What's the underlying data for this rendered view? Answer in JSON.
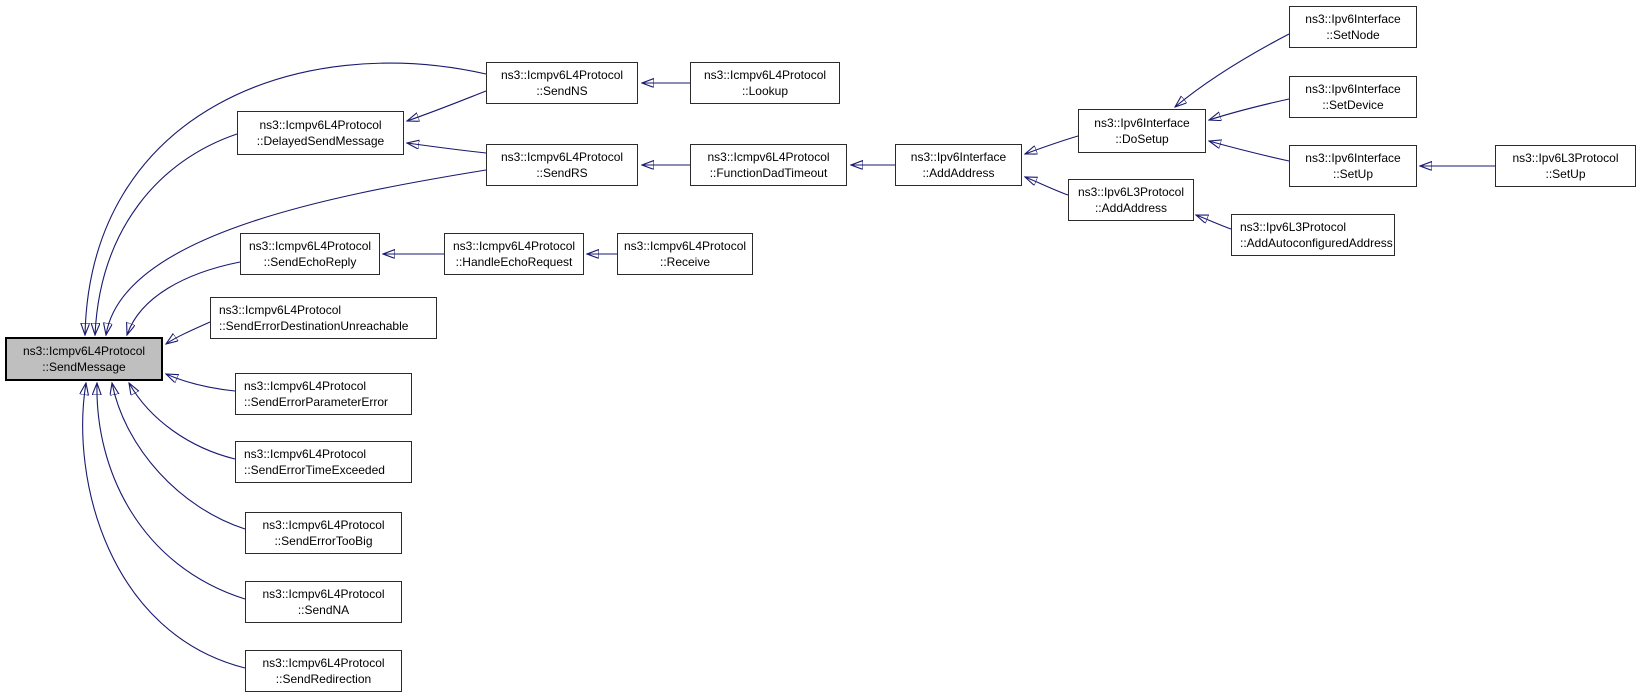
{
  "diagram": {
    "kind": "caller-graph",
    "focus_function": "ns3::Icmpv6L4Protocol::SendMessage",
    "colors": {
      "background": "#ffffff",
      "edge": "#191970",
      "node_border": "#2b2b2b",
      "node_fill": "#ffffff",
      "focus_node_fill": "#bfbfbf",
      "focus_node_border": "#000000",
      "text": "#000000"
    },
    "nodes": {
      "send_message": {
        "line1": "ns3::Icmpv6L4Protocol",
        "line2": "::SendMessage"
      },
      "delayed_send_message": {
        "line1": "ns3::Icmpv6L4Protocol",
        "line2": "::DelayedSendMessage"
      },
      "send_ns": {
        "line1": "ns3::Icmpv6L4Protocol",
        "line2": "::SendNS"
      },
      "lookup": {
        "line1": "ns3::Icmpv6L4Protocol",
        "line2": "::Lookup"
      },
      "send_rs": {
        "line1": "ns3::Icmpv6L4Protocol",
        "line2": "::SendRS"
      },
      "function_dad_timeout": {
        "line1": "ns3::Icmpv6L4Protocol",
        "line2": "::FunctionDadTimeout"
      },
      "send_echo_reply": {
        "line1": "ns3::Icmpv6L4Protocol",
        "line2": "::SendEchoReply"
      },
      "handle_echo_request": {
        "line1": "ns3::Icmpv6L4Protocol",
        "line2": "::HandleEchoRequest"
      },
      "receive": {
        "line1": "ns3::Icmpv6L4Protocol",
        "line2": "::Receive"
      },
      "send_error_destination_unreachable": {
        "line1": "ns3::Icmpv6L4Protocol",
        "line2": "::SendErrorDestinationUnreachable"
      },
      "send_error_parameter_error": {
        "line1": "ns3::Icmpv6L4Protocol",
        "line2": "::SendErrorParameterError"
      },
      "send_error_time_exceeded": {
        "line1": "ns3::Icmpv6L4Protocol",
        "line2": "::SendErrorTimeExceeded"
      },
      "send_error_too_big": {
        "line1": "ns3::Icmpv6L4Protocol",
        "line2": "::SendErrorTooBig"
      },
      "send_na": {
        "line1": "ns3::Icmpv6L4Protocol",
        "line2": "::SendNA"
      },
      "send_redirection": {
        "line1": "ns3::Icmpv6L4Protocol",
        "line2": "::SendRedirection"
      },
      "ipv6_interface_add_address": {
        "line1": "ns3::Ipv6Interface",
        "line2": "::AddAddress"
      },
      "ipv6_interface_do_setup": {
        "line1": "ns3::Ipv6Interface",
        "line2": "::DoSetup"
      },
      "ipv6_interface_set_node": {
        "line1": "ns3::Ipv6Interface",
        "line2": "::SetNode"
      },
      "ipv6_interface_set_device": {
        "line1": "ns3::Ipv6Interface",
        "line2": "::SetDevice"
      },
      "ipv6_interface_set_up": {
        "line1": "ns3::Ipv6Interface",
        "line2": "::SetUp"
      },
      "ipv6_l3_set_up": {
        "line1": "ns3::Ipv6L3Protocol",
        "line2": "::SetUp"
      },
      "ipv6_l3_add_address": {
        "line1": "ns3::Ipv6L3Protocol",
        "line2": "::AddAddress"
      },
      "ipv6_l3_add_autoconfigured_address": {
        "line1": "ns3::Ipv6L3Protocol",
        "line2": "::AddAutoconfiguredAddress"
      }
    },
    "edges": [
      {
        "from": "delayed_send_message",
        "to": "send_message"
      },
      {
        "from": "send_ns",
        "to": "send_message"
      },
      {
        "from": "send_ns",
        "to": "delayed_send_message"
      },
      {
        "from": "send_rs",
        "to": "send_message"
      },
      {
        "from": "send_rs",
        "to": "delayed_send_message"
      },
      {
        "from": "lookup",
        "to": "send_ns"
      },
      {
        "from": "function_dad_timeout",
        "to": "send_rs"
      },
      {
        "from": "ipv6_interface_add_address",
        "to": "function_dad_timeout"
      },
      {
        "from": "ipv6_interface_do_setup",
        "to": "ipv6_interface_add_address"
      },
      {
        "from": "ipv6_l3_add_address",
        "to": "ipv6_interface_add_address"
      },
      {
        "from": "ipv6_interface_set_node",
        "to": "ipv6_interface_do_setup"
      },
      {
        "from": "ipv6_interface_set_device",
        "to": "ipv6_interface_do_setup"
      },
      {
        "from": "ipv6_interface_set_up",
        "to": "ipv6_interface_do_setup"
      },
      {
        "from": "ipv6_l3_set_up",
        "to": "ipv6_interface_set_up"
      },
      {
        "from": "ipv6_l3_add_autoconfigured_address",
        "to": "ipv6_l3_add_address"
      },
      {
        "from": "send_echo_reply",
        "to": "send_message"
      },
      {
        "from": "handle_echo_request",
        "to": "send_echo_reply"
      },
      {
        "from": "receive",
        "to": "handle_echo_request"
      },
      {
        "from": "send_error_destination_unreachable",
        "to": "send_message"
      },
      {
        "from": "send_error_parameter_error",
        "to": "send_message"
      },
      {
        "from": "send_error_time_exceeded",
        "to": "send_message"
      },
      {
        "from": "send_error_too_big",
        "to": "send_message"
      },
      {
        "from": "send_na",
        "to": "send_message"
      },
      {
        "from": "send_redirection",
        "to": "send_message"
      }
    ]
  }
}
